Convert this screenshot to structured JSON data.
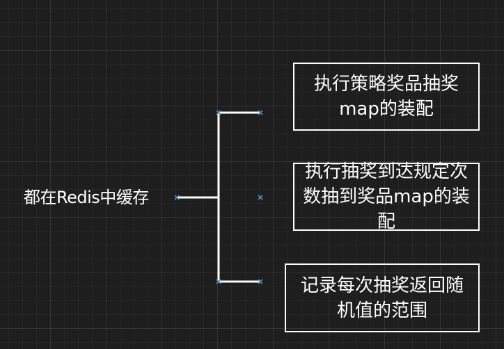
{
  "root": {
    "label": "都在Redis中缓存"
  },
  "branches": [
    {
      "label": "执行策略奖品抽奖\nmap的装配"
    },
    {
      "label": "执行抽奖到达规定次\n数抽到奖品map的装\n配"
    },
    {
      "label": "记录每次抽奖返回随\n机值的范围"
    }
  ],
  "colors": {
    "background": "#1e1e1e",
    "line": "#ffffff",
    "handle": "#4a90c8"
  }
}
